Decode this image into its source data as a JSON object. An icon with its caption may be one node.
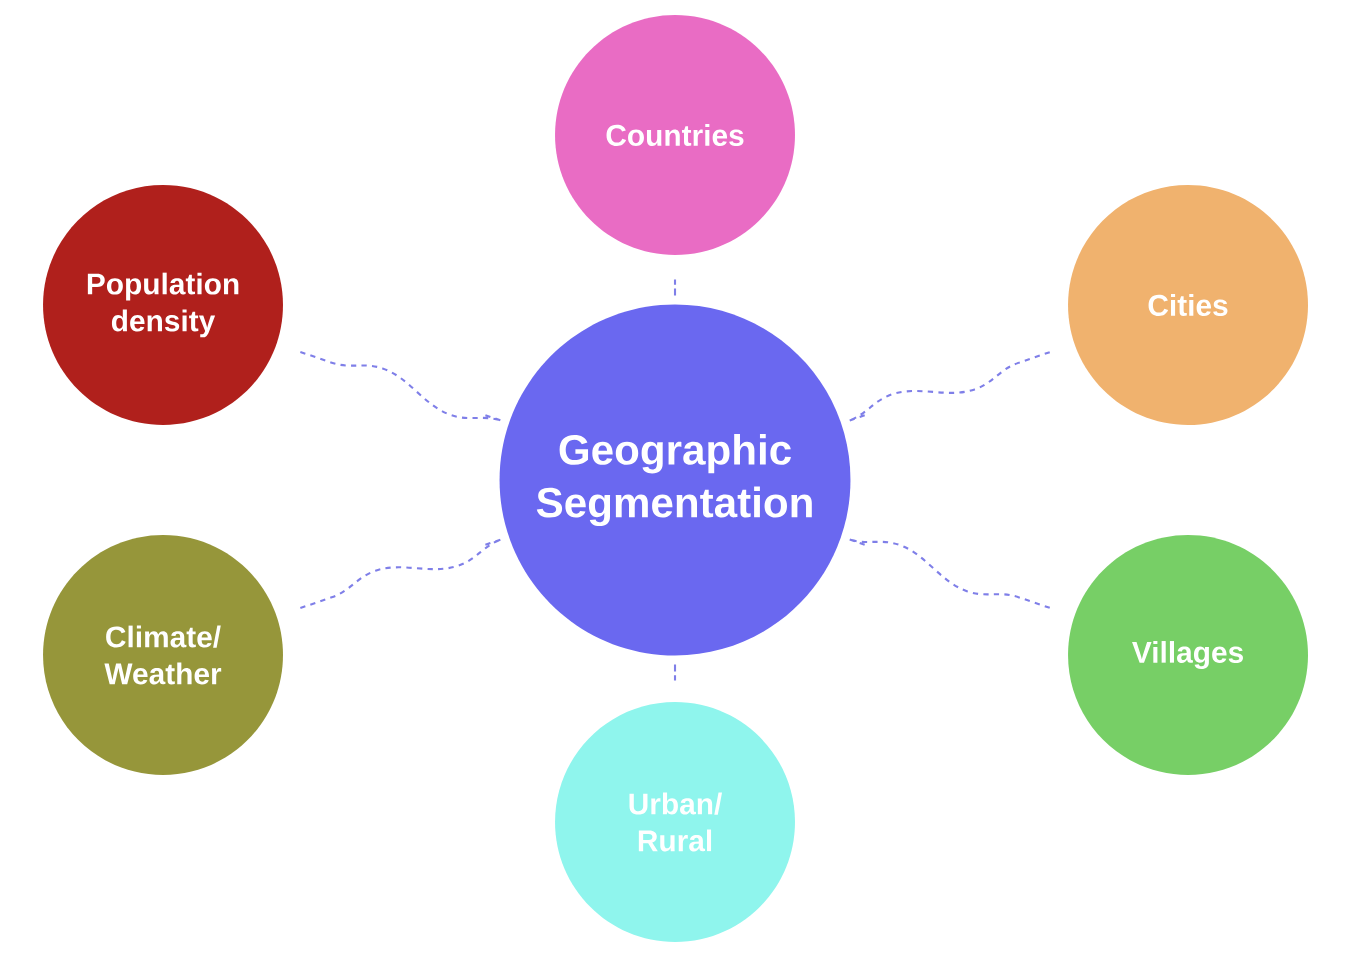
{
  "diagram": {
    "nodes": [
      {
        "text": [
          "Geographic Segmentation"
        ]
      },
      {
        "text": [
          "Countries"
        ]
      },
      {
        "text": [
          "Cities"
        ]
      },
      {
        "text": [
          "Villages"
        ]
      },
      {
        "text": [
          "Urban/ Rural"
        ]
      },
      {
        "text": [
          "Climate/ Weather"
        ]
      },
      {
        "text": [
          "Population density"
        ]
      }
    ],
    "edges": [
      {
        "from": 0,
        "to": 1,
        "arrow": "none",
        "style": "dashed"
      },
      {
        "from": 0,
        "to": 2,
        "arrow": "none",
        "style": "dashed"
      },
      {
        "from": 0,
        "to": 3,
        "arrow": "none",
        "style": "dashed"
      },
      {
        "from": 0,
        "to": 4,
        "arrow": "none",
        "style": "dashed"
      },
      {
        "from": 0,
        "to": 5,
        "arrow": "none",
        "style": "dashed"
      },
      {
        "from": 0,
        "to": 6,
        "arrow": "none",
        "style": "dashed"
      }
    ]
  }
}
